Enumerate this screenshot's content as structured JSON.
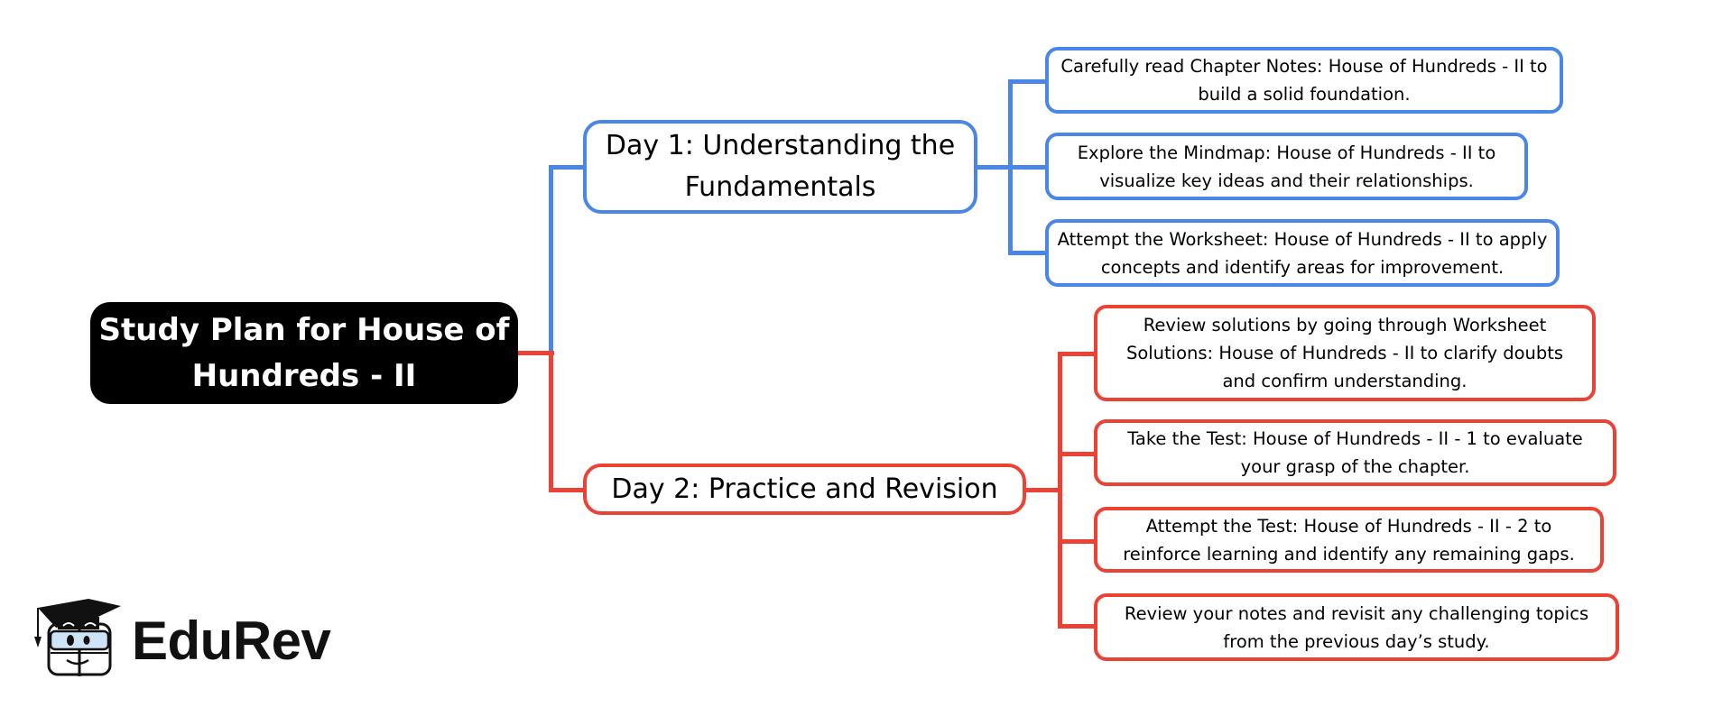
{
  "root": {
    "title": "Study Plan for House of Hundreds - II"
  },
  "colors": {
    "day1": "#4a86e8",
    "day2": "#ea4335",
    "root_bg": "#000000"
  },
  "branches": [
    {
      "label": "Day 1: Understanding the Fundamentals",
      "tasks": [
        "Carefully read Chapter Notes: House of Hundreds - II to build a solid foundation.",
        "Explore the Mindmap: House of Hundreds - II to visualize key ideas and their relationships.",
        "Attempt the Worksheet: House of Hundreds - II to apply concepts and identify areas for improvement."
      ]
    },
    {
      "label": "Day 2: Practice and Revision",
      "tasks": [
        "Review solutions by going through Worksheet Solutions: House of Hundreds - II to clarify doubts and confirm understanding.",
        "Take the Test: House of Hundreds - II - 1 to evaluate your grasp of the chapter.",
        "Attempt the Test: House of Hundreds - II - 2 to reinforce learning and identify any remaining gaps.",
        "Review your notes and revisit any challenging topics from the previous day’s study."
      ]
    }
  ],
  "logo": {
    "brand": "EduRev",
    "icon": "graduation-cap-mascot-icon"
  }
}
